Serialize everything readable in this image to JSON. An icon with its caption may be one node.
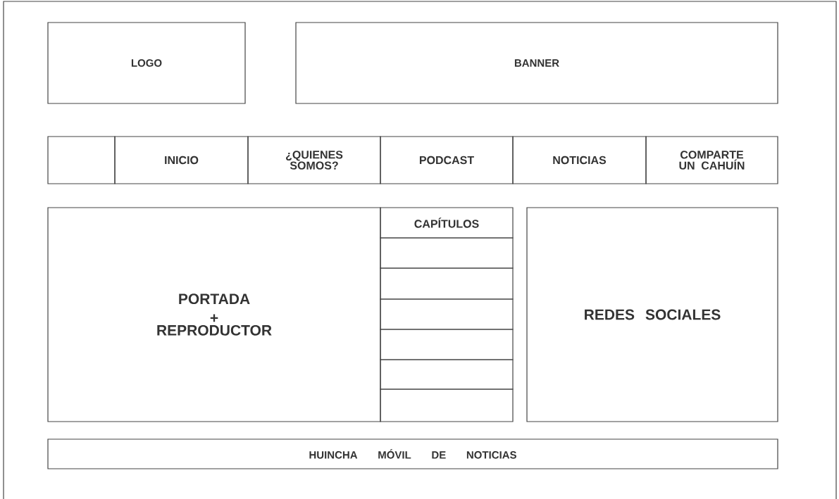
{
  "diagram": {
    "nodes": [
      {
        "text": [
          "LOGO"
        ]
      },
      {
        "text": [
          "BANNER"
        ]
      },
      {
        "text": [],
        "shape": "box"
      },
      {
        "text": [
          "INICIO"
        ]
      },
      {
        "text": [
          "¿QUIENES SOMOS?"
        ]
      },
      {
        "text": [
          "PODCAST"
        ]
      },
      {
        "text": [
          "NOTICIAS"
        ]
      },
      {
        "text": [
          "COMPARTE UN CAHUÍN"
        ]
      },
      {
        "text": [
          "PORTADA",
          "+",
          "REPRODUCTOR"
        ]
      },
      {
        "text": [
          "CAPÍTULOS"
        ]
      },
      {
        "text": [],
        "shape": "box"
      },
      {
        "text": [],
        "shape": "box"
      },
      {
        "text": [],
        "shape": "box"
      },
      {
        "text": [],
        "shape": "box"
      },
      {
        "text": [],
        "shape": "box"
      },
      {
        "text": [],
        "shape": "box"
      },
      {
        "text": [
          "REDES SOCIALES"
        ]
      },
      {
        "text": [
          "HUINCHA MÓVIL DE NOTICIAS"
        ]
      }
    ]
  }
}
